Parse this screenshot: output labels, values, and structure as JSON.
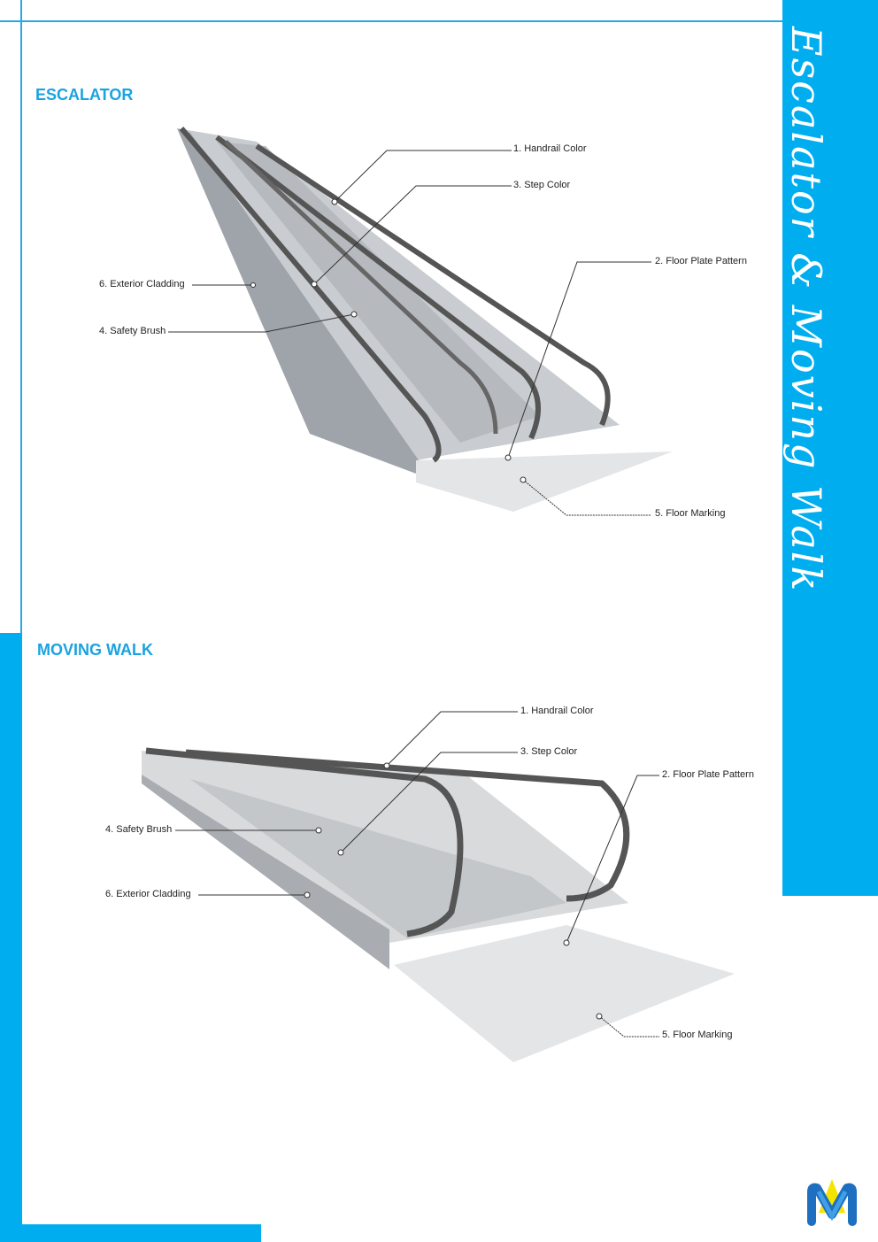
{
  "side_title": "Escalator & Moving Walk",
  "escalator": {
    "heading": "ESCALATOR",
    "callouts": [
      "1. Handrail Color",
      "3. Step Color",
      "2. Floor Plate Pattern",
      "6. Exterior Cladding",
      "4. Safety Brush",
      "5. Floor Marking"
    ]
  },
  "moving_walk": {
    "heading": "MOVING WALK",
    "callouts": [
      "1. Handrail Color",
      "3. Step Color",
      "2. Floor Plate Pattern",
      "4. Safety Brush",
      "6. Exterior Cladding",
      "5. Floor Marking"
    ]
  },
  "colors": {
    "accent": "#00aeef",
    "logo_blue": "#1f6fc0",
    "logo_yellow": "#f5e400"
  }
}
